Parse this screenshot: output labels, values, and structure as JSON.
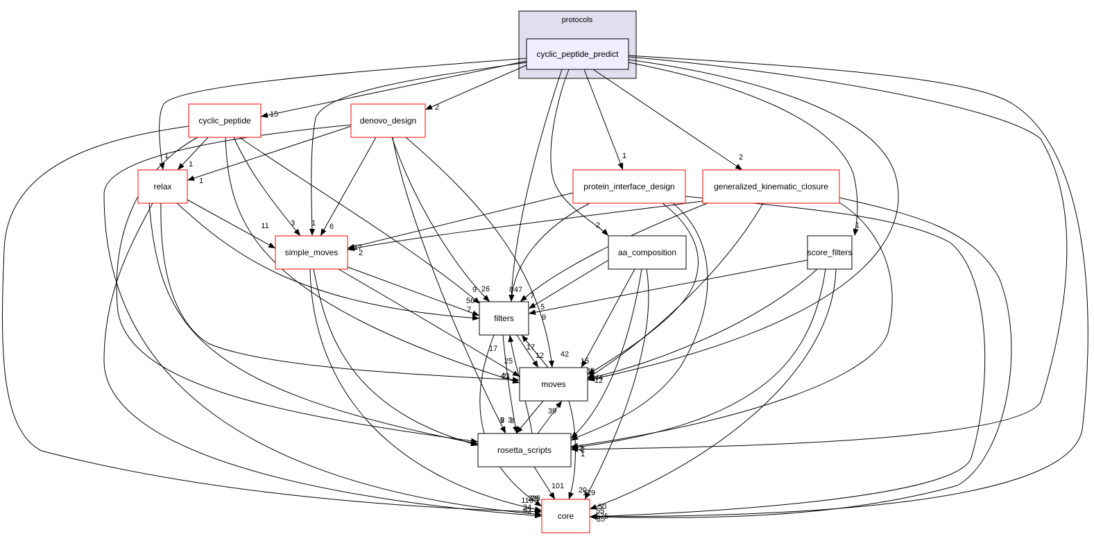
{
  "cluster": {
    "label": "protocols"
  },
  "nodes": {
    "cpp": {
      "label": "cyclic_peptide_predict",
      "style": "focus"
    },
    "cp": {
      "label": "cyclic_peptide",
      "style": "red"
    },
    "dd": {
      "label": "denovo_design",
      "style": "red"
    },
    "relax": {
      "label": "relax",
      "style": "red"
    },
    "sm": {
      "label": "simple_moves",
      "style": "red"
    },
    "pid": {
      "label": "protein_interface_design",
      "style": "red"
    },
    "gkc": {
      "label": "generalized_kinematic_closure",
      "style": "red"
    },
    "aac": {
      "label": "aa_composition",
      "style": "black"
    },
    "sf": {
      "label": "score_filters",
      "style": "black"
    },
    "filters": {
      "label": "filters",
      "style": "black"
    },
    "moves": {
      "label": "moves",
      "style": "black"
    },
    "rs": {
      "label": "rosetta_scripts",
      "style": "black"
    },
    "core": {
      "label": "core",
      "style": "red"
    }
  },
  "edges": [
    {
      "from": "cpp",
      "to": "cp",
      "label": "15"
    },
    {
      "from": "cpp",
      "to": "dd",
      "label": "2"
    },
    {
      "from": "cpp",
      "to": "relax",
      "label": "1"
    },
    {
      "from": "cpp",
      "to": "sm",
      "label": "1"
    },
    {
      "from": "cpp",
      "to": "pid",
      "label": "1"
    },
    {
      "from": "cpp",
      "to": "gkc",
      "label": "2"
    },
    {
      "from": "cpp",
      "to": "aac",
      "label": "2"
    },
    {
      "from": "cpp",
      "to": "sf",
      "label": "1"
    },
    {
      "from": "cpp",
      "to": "filters",
      "label": "8"
    },
    {
      "from": "cpp",
      "to": "moves",
      "label": "4"
    },
    {
      "from": "cpp",
      "to": "rs",
      "label": "2"
    },
    {
      "from": "cpp",
      "to": "core",
      "label": "85"
    },
    {
      "from": "cp",
      "to": "relax",
      "label": "1"
    },
    {
      "from": "cp",
      "to": "sm",
      "label": "3"
    },
    {
      "from": "cp",
      "to": "filters",
      "label": "9"
    },
    {
      "from": "cp",
      "to": "moves",
      "label": "41"
    },
    {
      "from": "cp",
      "to": "rs",
      "label": "37"
    },
    {
      "from": "cp",
      "to": "core",
      "label": "93"
    },
    {
      "from": "dd",
      "to": "relax",
      "label": "1"
    },
    {
      "from": "dd",
      "to": "sm",
      "label": "6"
    },
    {
      "from": "dd",
      "to": "filters",
      "label": "26"
    },
    {
      "from": "dd",
      "to": "moves",
      "label": "42"
    },
    {
      "from": "dd",
      "to": "rs",
      "label": "9"
    },
    {
      "from": "dd",
      "to": "core",
      "label": "34"
    },
    {
      "from": "relax",
      "to": "sm",
      "label": "11"
    },
    {
      "from": "relax",
      "to": "filters",
      "label": "7"
    },
    {
      "from": "relax",
      "to": "moves",
      "label": "21"
    },
    {
      "from": "relax",
      "to": "rs",
      "label": "10"
    },
    {
      "from": "relax",
      "to": "core",
      "label": "116"
    },
    {
      "from": "sm",
      "to": "filters",
      "label": "56"
    },
    {
      "from": "sm",
      "to": "moves",
      "label": "25"
    },
    {
      "from": "sm",
      "to": "rs",
      "label": "3"
    },
    {
      "from": "sm",
      "to": "core",
      "label": "226"
    },
    {
      "from": "pid",
      "to": "sm",
      "label": "17"
    },
    {
      "from": "pid",
      "to": "filters",
      "label": "47"
    },
    {
      "from": "pid",
      "to": "moves",
      "label": "189"
    },
    {
      "from": "pid",
      "to": "rs",
      "label": "1"
    },
    {
      "from": "pid",
      "to": "core",
      "label": "575"
    },
    {
      "from": "gkc",
      "to": "sm",
      "label": "2"
    },
    {
      "from": "gkc",
      "to": "filters",
      "label": "7"
    },
    {
      "from": "gkc",
      "to": "moves",
      "label": "12"
    },
    {
      "from": "gkc",
      "to": "rs",
      "label": "2"
    },
    {
      "from": "gkc",
      "to": "core",
      "label": "55"
    },
    {
      "from": "aac",
      "to": "filters",
      "label": "5"
    },
    {
      "from": "aac",
      "to": "moves",
      "label": "15"
    },
    {
      "from": "aac",
      "to": "rs",
      "label": "3"
    },
    {
      "from": "aac",
      "to": "core",
      "label": "20"
    },
    {
      "from": "sf",
      "to": "filters",
      "label": "9"
    },
    {
      "from": "sf",
      "to": "moves",
      "label": "4"
    },
    {
      "from": "sf",
      "to": "rs",
      "label": "2"
    },
    {
      "from": "sf",
      "to": "core",
      "label": "50"
    },
    {
      "from": "filters",
      "to": "moves",
      "label": "17"
    },
    {
      "from": "filters",
      "to": "rs",
      "label": "9"
    },
    {
      "from": "filters",
      "to": "core",
      "label": "26"
    },
    {
      "from": "moves",
      "to": "filters",
      "label": "12"
    },
    {
      "from": "moves",
      "to": "rs",
      "label": "2"
    },
    {
      "from": "moves",
      "to": "core",
      "label": "129"
    },
    {
      "from": "rs",
      "to": "filters",
      "label": "17"
    },
    {
      "from": "rs",
      "to": "moves",
      "label": "39"
    },
    {
      "from": "rs",
      "to": "core",
      "label": "101"
    }
  ]
}
